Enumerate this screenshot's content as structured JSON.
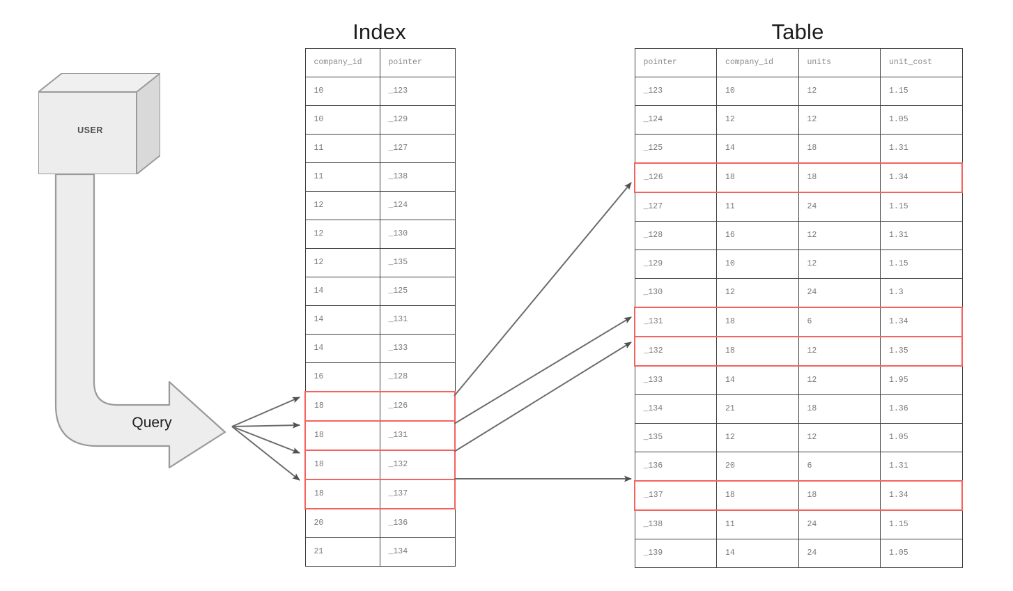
{
  "diagram": {
    "title_index": "Index",
    "title_table": "Table",
    "actor_label": "USER",
    "query_label": "Query",
    "colors": {
      "highlight": "#f4635e",
      "border": "#3f3f3f",
      "shape_fill": "#ededed",
      "shape_stroke": "#9a9a9a",
      "connector": "#5a5a5a",
      "text": "#7a7a7a",
      "title_text": "#1c1c1c"
    }
  },
  "index_table": {
    "name": "Index",
    "columns": [
      "company_id",
      "pointer"
    ],
    "rows": [
      {
        "company_id": "10",
        "pointer": "_123",
        "highlight": false
      },
      {
        "company_id": "10",
        "pointer": "_129",
        "highlight": false
      },
      {
        "company_id": "11",
        "pointer": "_127",
        "highlight": false
      },
      {
        "company_id": "11",
        "pointer": "_138",
        "highlight": false
      },
      {
        "company_id": "12",
        "pointer": "_124",
        "highlight": false
      },
      {
        "company_id": "12",
        "pointer": "_130",
        "highlight": false
      },
      {
        "company_id": "12",
        "pointer": "_135",
        "highlight": false
      },
      {
        "company_id": "14",
        "pointer": "_125",
        "highlight": false
      },
      {
        "company_id": "14",
        "pointer": "_131",
        "highlight": false
      },
      {
        "company_id": "14",
        "pointer": "_133",
        "highlight": false
      },
      {
        "company_id": "16",
        "pointer": "_128",
        "highlight": false
      },
      {
        "company_id": "18",
        "pointer": "_126",
        "highlight": true
      },
      {
        "company_id": "18",
        "pointer": "_131",
        "highlight": true
      },
      {
        "company_id": "18",
        "pointer": "_132",
        "highlight": true
      },
      {
        "company_id": "18",
        "pointer": "_137",
        "highlight": true
      },
      {
        "company_id": "20",
        "pointer": "_136",
        "highlight": false
      },
      {
        "company_id": "21",
        "pointer": "_134",
        "highlight": false
      }
    ]
  },
  "main_table": {
    "name": "Table",
    "columns": [
      "pointer",
      "company_id",
      "units",
      "unit_cost"
    ],
    "rows": [
      {
        "pointer": "_123",
        "company_id": "10",
        "units": "12",
        "unit_cost": "1.15",
        "highlight": false
      },
      {
        "pointer": "_124",
        "company_id": "12",
        "units": "12",
        "unit_cost": "1.05",
        "highlight": false
      },
      {
        "pointer": "_125",
        "company_id": "14",
        "units": "18",
        "unit_cost": "1.31",
        "highlight": false
      },
      {
        "pointer": "_126",
        "company_id": "18",
        "units": "18",
        "unit_cost": "1.34",
        "highlight": true
      },
      {
        "pointer": "_127",
        "company_id": "11",
        "units": "24",
        "unit_cost": "1.15",
        "highlight": false
      },
      {
        "pointer": "_128",
        "company_id": "16",
        "units": "12",
        "unit_cost": "1.31",
        "highlight": false
      },
      {
        "pointer": "_129",
        "company_id": "10",
        "units": "12",
        "unit_cost": "1.15",
        "highlight": false
      },
      {
        "pointer": "_130",
        "company_id": "12",
        "units": "24",
        "unit_cost": "1.3",
        "highlight": false
      },
      {
        "pointer": "_131",
        "company_id": "18",
        "units": "6",
        "unit_cost": "1.34",
        "highlight": true
      },
      {
        "pointer": "_132",
        "company_id": "18",
        "units": "12",
        "unit_cost": "1.35",
        "highlight": true
      },
      {
        "pointer": "_133",
        "company_id": "14",
        "units": "12",
        "unit_cost": "1.95",
        "highlight": false
      },
      {
        "pointer": "_134",
        "company_id": "21",
        "units": "18",
        "unit_cost": "1.36",
        "highlight": false
      },
      {
        "pointer": "_135",
        "company_id": "12",
        "units": "12",
        "unit_cost": "1.05",
        "highlight": false
      },
      {
        "pointer": "_136",
        "company_id": "20",
        "units": "6",
        "unit_cost": "1.31",
        "highlight": false
      },
      {
        "pointer": "_137",
        "company_id": "18",
        "units": "18",
        "unit_cost": "1.34",
        "highlight": true
      },
      {
        "pointer": "_138",
        "company_id": "11",
        "units": "24",
        "unit_cost": "1.15",
        "highlight": false
      },
      {
        "pointer": "_139",
        "company_id": "14",
        "units": "24",
        "unit_cost": "1.05",
        "highlight": false
      }
    ]
  },
  "connectors": {
    "query_to_index": [
      {
        "from": "query",
        "to_pointer": "_126"
      },
      {
        "from": "query",
        "to_pointer": "_131"
      },
      {
        "from": "query",
        "to_pointer": "_132"
      },
      {
        "from": "query",
        "to_pointer": "_137"
      }
    ],
    "index_to_table": [
      {
        "from_pointer": "_126",
        "to_pointer": "_126"
      },
      {
        "from_pointer": "_131",
        "to_pointer": "_131"
      },
      {
        "from_pointer": "_132",
        "to_pointer": "_132"
      },
      {
        "from_pointer": "_137",
        "to_pointer": "_137"
      }
    ]
  }
}
